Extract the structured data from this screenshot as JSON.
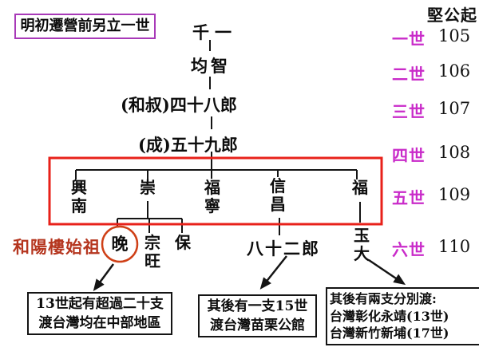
{
  "title": "明初遷營前另立一世",
  "header": {
    "origin_label": "堅公起"
  },
  "generations": [
    {
      "label": "一世",
      "number": "105"
    },
    {
      "label": "二世",
      "number": "106"
    },
    {
      "label": "三世",
      "number": "107"
    },
    {
      "label": "四世",
      "number": "108"
    },
    {
      "label": "五世",
      "number": "109"
    },
    {
      "label": "六世",
      "number": "110"
    }
  ],
  "tree": {
    "gen1": "千一",
    "gen2": "均智",
    "gen3": "(和叔)四十八郎",
    "gen4": "(成)五十九郎",
    "gen5": {
      "xingnan": "興南",
      "chong": "崇",
      "funing": "福寧",
      "xinchang": "信昌",
      "fu": "福"
    },
    "gen6": {
      "wan": "晚",
      "zongwang": "宗旺",
      "bao": "保",
      "bashierlang": "八十二郎",
      "yuda": "玉大"
    },
    "founder_label": "和陽樓始祖"
  },
  "notes": {
    "note1": {
      "line1": "13世起有超過二十支",
      "line2": "渡台灣均在中部地區"
    },
    "note2": {
      "line1": "其後有一支15世",
      "line2": "渡台灣苗栗公館"
    },
    "note3": {
      "line1": "其後有兩支分別渡:",
      "line2": "台灣彰化永靖(13世)",
      "line3": "台灣新竹新埔(17世)"
    }
  },
  "colors": {
    "highlight_red": "#e8211a",
    "circle_orange": "#cf4017",
    "generation_magenta": "#c92bc9",
    "title_border_purple": "#a839b8",
    "founder_text_red": "#b5361f",
    "line_black": "#141414"
  }
}
